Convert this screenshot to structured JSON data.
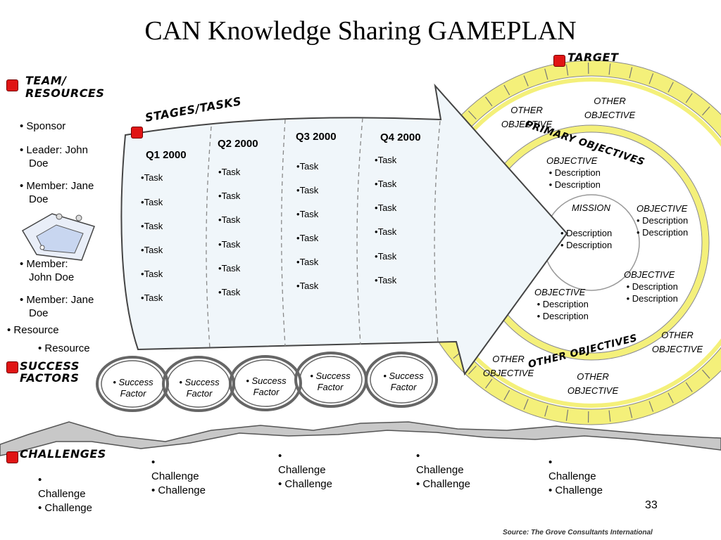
{
  "title": "CAN Knowledge Sharing GAMEPLAN",
  "target_label": "TARGET",
  "team": {
    "heading": [
      "TEAM/",
      "RESOURCES"
    ],
    "members": [
      [
        "Sponsor"
      ],
      [
        "Leader:  John",
        "Doe"
      ],
      [
        "Member: Jane",
        "Doe"
      ],
      [
        "Member:",
        "John Doe"
      ],
      [
        "Member: Jane",
        "Doe"
      ]
    ],
    "resources": [
      "Resource",
      "Resource"
    ]
  },
  "stages": {
    "heading": "STAGES/TASKS",
    "quarters": [
      {
        "label": "Q1 2000",
        "tasks": [
          "Task",
          "Task",
          "Task",
          "Task",
          "Task",
          "Task"
        ]
      },
      {
        "label": "Q2 2000",
        "tasks": [
          "Task",
          "Task",
          "Task",
          "Task",
          "Task",
          "Task"
        ]
      },
      {
        "label": "Q3 2000",
        "tasks": [
          "Task",
          "Task",
          "Task",
          "Task",
          "Task",
          "Task"
        ]
      },
      {
        "label": "Q4 2000",
        "tasks": [
          "Task",
          "Task",
          "Task",
          "Task",
          "Task",
          "Task"
        ]
      }
    ]
  },
  "success": {
    "heading": [
      "SUCCESS",
      "FACTORS"
    ],
    "factors": [
      [
        "Success",
        "Factor"
      ],
      [
        "Success",
        "Factor"
      ],
      [
        "Success",
        "Factor"
      ],
      [
        "Success",
        "Factor"
      ],
      [
        "Success",
        "Factor"
      ]
    ]
  },
  "target": {
    "primary_heading": "PRIMARY OBJECTIVES",
    "other_heading": "OTHER OBJECTIVES",
    "mission": {
      "label": "MISSION",
      "items": [
        "Description",
        "Description"
      ]
    },
    "objectives": [
      {
        "label": "OBJECTIVE",
        "items": [
          "Description",
          "Description"
        ]
      },
      {
        "label": "OBJECTIVE",
        "items": [
          "Description",
          "Description"
        ]
      },
      {
        "label": "OBJECTIVE",
        "items": [
          "Description",
          "Description"
        ]
      },
      {
        "label": "OBJECTIVE",
        "items": [
          "Description",
          "Description"
        ]
      }
    ],
    "other": [
      [
        "OTHER",
        "OBJECTIVE"
      ],
      [
        "OTHER",
        "OBJECTIVE"
      ],
      [
        "OTHER",
        "OBJECTIVE"
      ],
      [
        "OTHER",
        "OBJECTIVE"
      ],
      [
        "OTHER",
        "OBJECTIVE"
      ]
    ]
  },
  "challenges": {
    "heading": "CHALLENGES",
    "groups": [
      [
        "Challenge",
        "Challenge"
      ],
      [
        "Challenge",
        "Challenge"
      ],
      [
        "Challenge",
        "Challenge"
      ],
      [
        "Challenge",
        "Challenge"
      ],
      [
        "Challenge",
        "Challenge"
      ]
    ]
  },
  "page_number": "33",
  "footer_credit": "Source: The Grove Consultants International",
  "colors": {
    "bullet_square": "#e01414",
    "ring_yellow": "#f4f07a",
    "arrow_fill": "#f0f6fa"
  }
}
